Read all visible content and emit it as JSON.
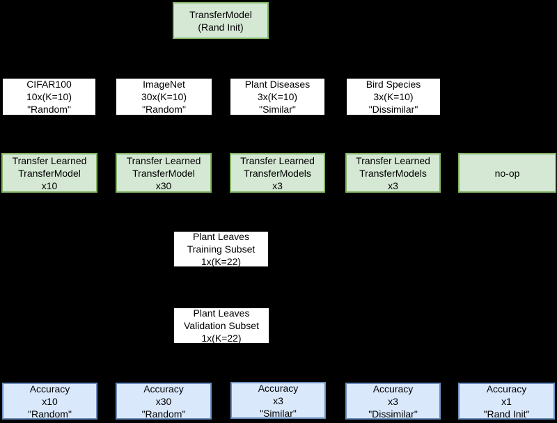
{
  "colors": {
    "background": "#000000",
    "model_fill": "#d5e8d4",
    "model_border": "#82b366",
    "dataset_fill": "#ffffff",
    "dataset_border": "#000000",
    "result_fill": "#dae8fc",
    "result_border": "#6c8ebf",
    "text": "#000000"
  },
  "nodes": {
    "root": {
      "label": "TransferModel\n(Rand Init)"
    },
    "datasets": [
      {
        "label": "CIFAR100\n10x(K=10)\n\"Random\""
      },
      {
        "label": "ImageNet\n30x(K=10)\n\"Random\""
      },
      {
        "label": "Plant Diseases\n3x(K=10)\n\"Similar\""
      },
      {
        "label": "Bird Species\n3x(K=10)\n\"Dissimilar\""
      }
    ],
    "transfer_models": [
      {
        "label": "Transfer Learned\nTransferModel\nx10"
      },
      {
        "label": "Transfer Learned\nTransferModel\nx30"
      },
      {
        "label": "Transfer Learned\nTransferModels\nx3"
      },
      {
        "label": "Transfer Learned\nTransferModels\nx3"
      },
      {
        "label": "no-op"
      }
    ],
    "training_subset": {
      "label": "Plant Leaves\nTraining Subset\n1x(K=22)"
    },
    "validation_subset": {
      "label": "Plant Leaves\nValidation Subset\n1x(K=22)"
    },
    "accuracy": [
      {
        "label": "Accuracy\nx10\n\"Random\""
      },
      {
        "label": "Accuracy\nx30\n\"Random\""
      },
      {
        "label": "Accuracy\nx3\n\"Similar\""
      },
      {
        "label": "Accuracy\nx3\n\"Dissimilar\""
      },
      {
        "label": "Accuracy\nx1\n\"Rand Init\""
      }
    ]
  }
}
